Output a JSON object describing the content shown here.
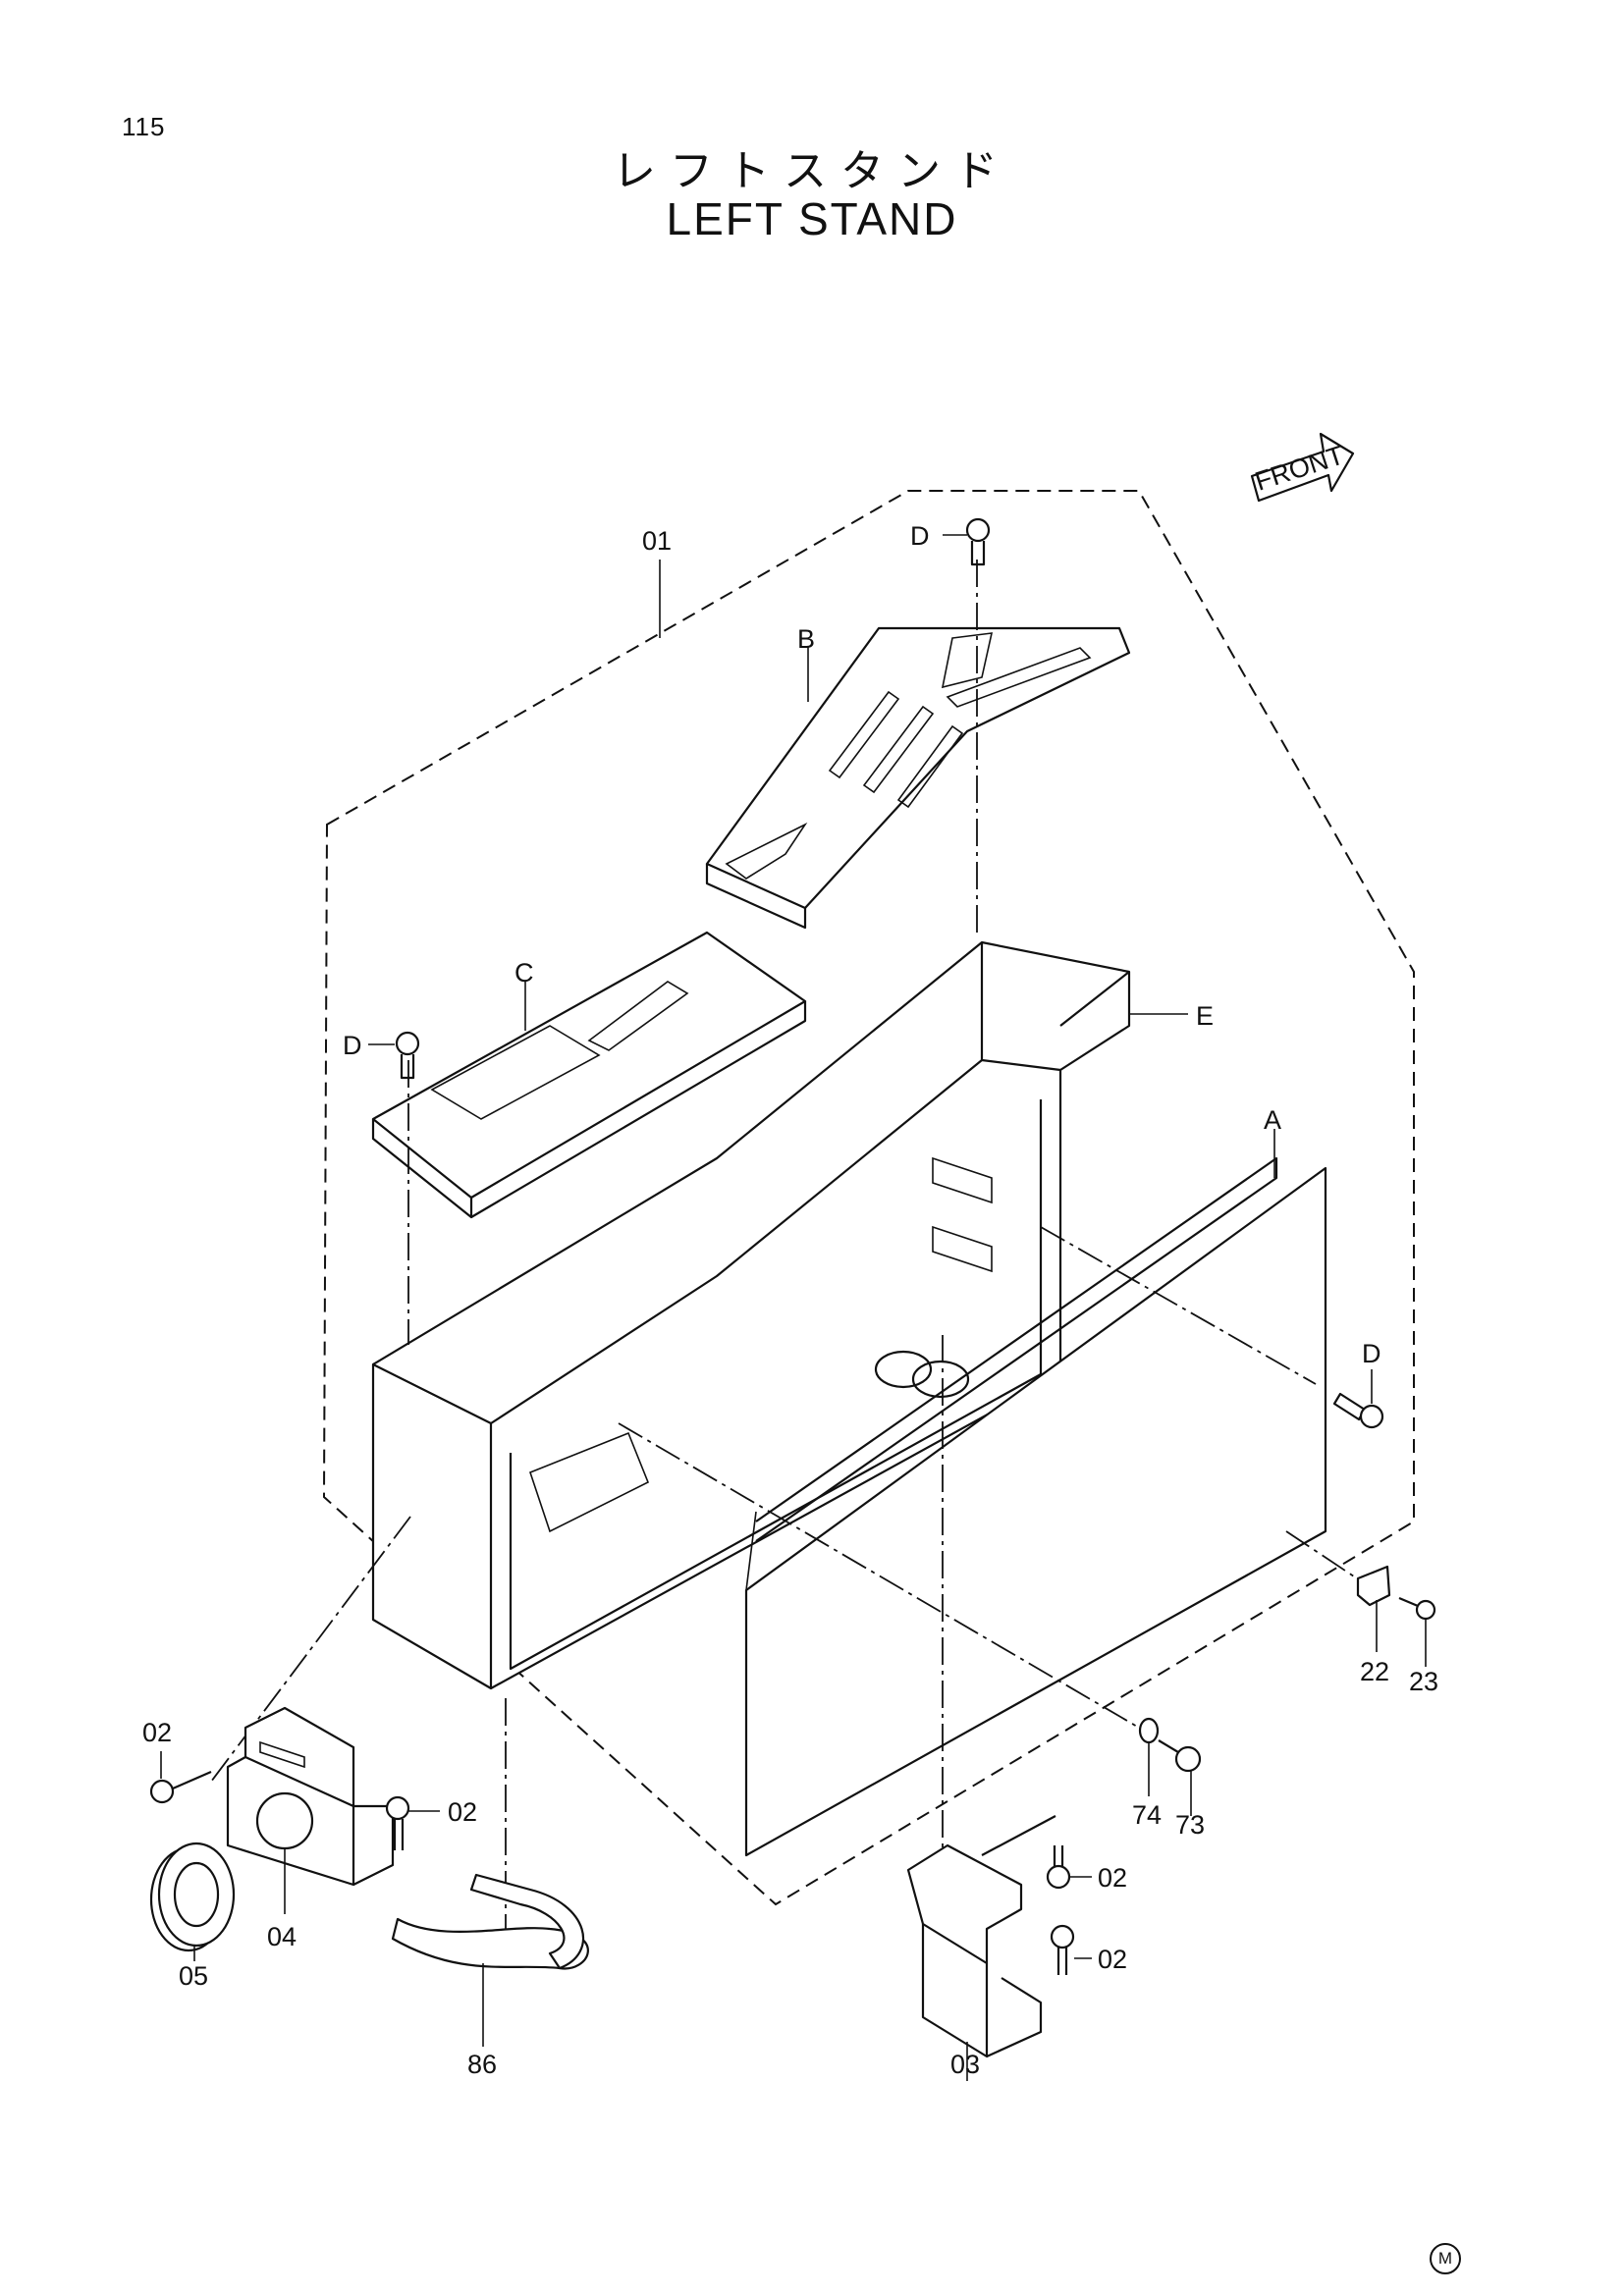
{
  "page_number": "115",
  "title_japanese": "レフトスタンド",
  "title_english": "LEFT STAND",
  "front_indicator": "FRONT",
  "callouts": {
    "c01": "01",
    "c02_a": "02",
    "c02_b": "02",
    "c02_c": "02",
    "c02_d": "02",
    "c03": "03",
    "c04": "04",
    "c05": "05",
    "c22": "22",
    "c23": "23",
    "c73": "73",
    "c74": "74",
    "c86": "86"
  },
  "sub_labels": {
    "A": "A",
    "B": "B",
    "C": "C",
    "D1": "D",
    "D2": "D",
    "D3": "D",
    "E": "E"
  },
  "corner_mark": "M"
}
